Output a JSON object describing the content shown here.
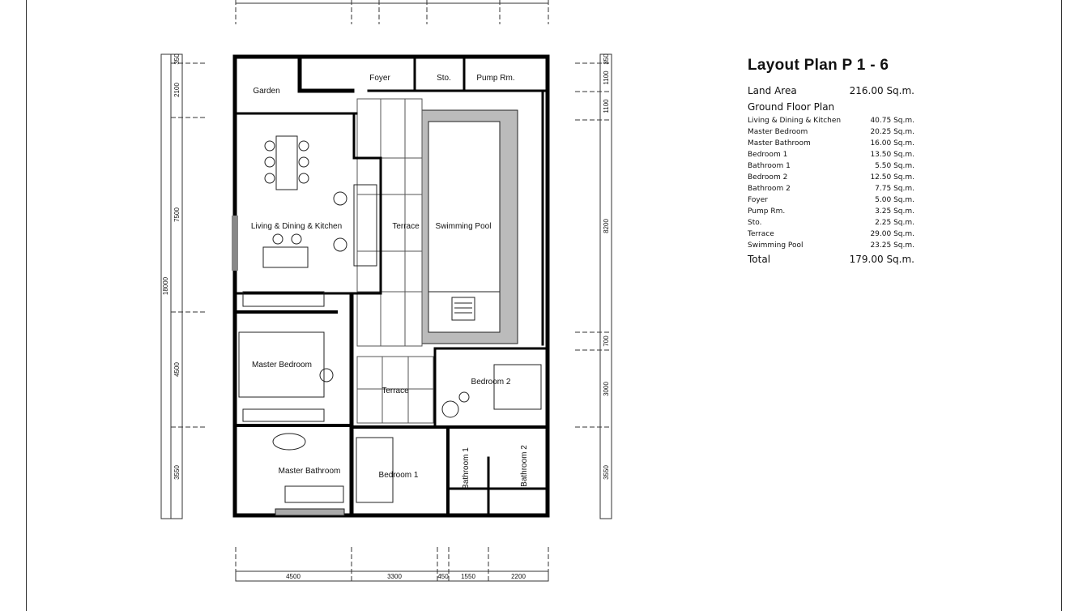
{
  "legend": {
    "title": "Layout Plan P 1 - 6",
    "land_area": {
      "label": "Land Area",
      "value": "216.00 Sq.m."
    },
    "section": "Ground Floor Plan",
    "rooms": [
      {
        "label": "Living & Dining & Kitchen",
        "value": "40.75 Sq.m."
      },
      {
        "label": "Master Bedroom",
        "value": "20.25 Sq.m."
      },
      {
        "label": "Master Bathroom",
        "value": "16.00 Sq.m."
      },
      {
        "label": "Bedroom 1",
        "value": "13.50 Sq.m."
      },
      {
        "label": "Bathroom 1",
        "value": "5.50 Sq.m."
      },
      {
        "label": "Bedroom 2",
        "value": "12.50 Sq.m."
      },
      {
        "label": "Bathroom 2",
        "value": "7.75 Sq.m."
      },
      {
        "label": "Foyer",
        "value": "5.00 Sq.m."
      },
      {
        "label": "Pump Rm.",
        "value": "3.25 Sq.m."
      },
      {
        "label": "Sto.",
        "value": "2.25 Sq.m."
      },
      {
        "label": "Terrace",
        "value": "29.00 Sq.m."
      },
      {
        "label": "Swimming Pool",
        "value": "23.25 Sq.m."
      }
    ],
    "total": {
      "label": "Total",
      "value": "179.00 Sq.m."
    }
  },
  "plan": {
    "rooms": {
      "garden": "Garden",
      "foyer": "Foyer",
      "sto": "Sto.",
      "pump": "Pump Rm.",
      "living": "Living & Dining & Kitchen",
      "terrace_upper": "Terrace",
      "pool": "Swimming Pool",
      "master_bedroom": "Master Bedroom",
      "terrace_lower": "Terrace",
      "bedroom2": "Bedroom 2",
      "master_bathroom": "Master Bathroom",
      "bedroom1": "Bedroom 1",
      "bathroom1": "Bathroom 1",
      "bathroom2": "Bathroom 2"
    },
    "dims_left": [
      "350",
      "2100",
      "7500",
      "4500",
      "3550"
    ],
    "dim_total_left": "18000",
    "dims_right": [
      "350",
      "1100",
      "1100",
      "8200",
      "700",
      "3000",
      "3550"
    ],
    "dims_bottom": [
      "4500",
      "3300",
      "450",
      "1550",
      "2200"
    ]
  }
}
